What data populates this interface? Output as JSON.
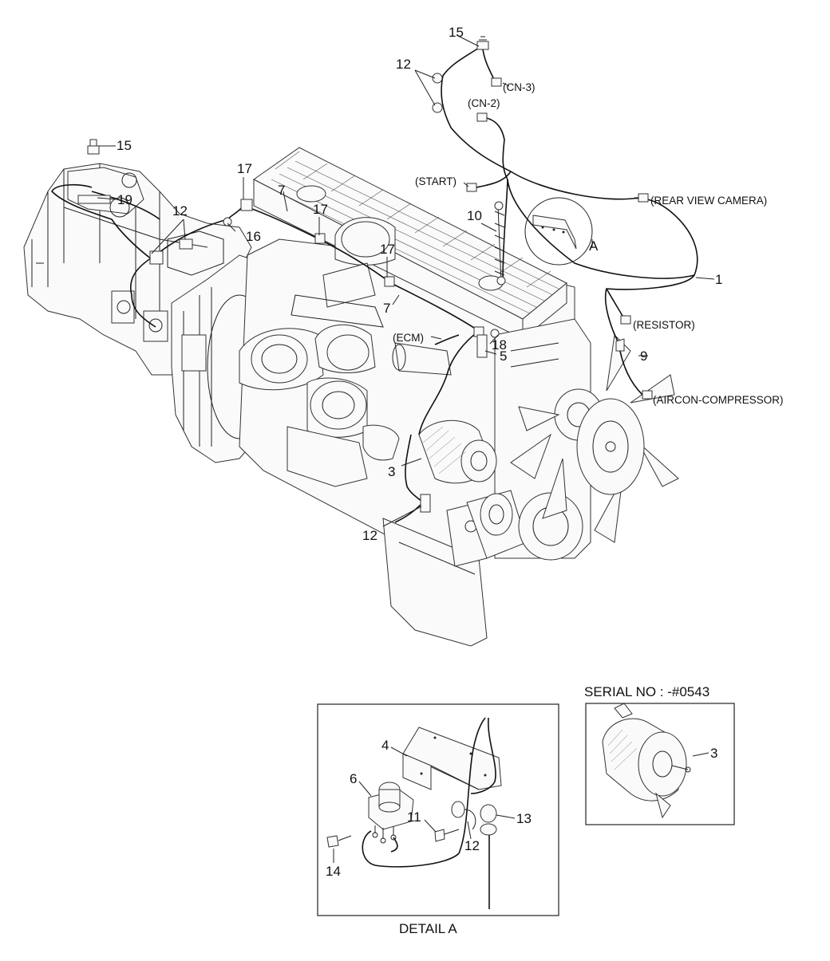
{
  "callouts": {
    "c15_top": "15",
    "c12_top": "12",
    "c_cn3": "(CN-3)",
    "c_cn2": "(CN-2)",
    "c15_left": "15",
    "c19": "19",
    "c17_a": "17",
    "c7_a": "7",
    "c17_b": "17",
    "c12_left": "12",
    "c16": "16",
    "c_start": "(START)",
    "c_rear_cam": "(REAR VIEW CAMERA)",
    "c10": "10",
    "c_a": "A",
    "c17_c": "17",
    "c1": "1",
    "c7_b": "7",
    "c_resistor": "(RESISTOR)",
    "c_ecm": "(ECM)",
    "c18": "18",
    "c5": "5",
    "c9": "9",
    "c_aircon": "(AIRCON-COMPRESSOR)",
    "c3_main": "3",
    "c12_bottom": "12"
  },
  "detail": {
    "title": "DETAIL A",
    "c4": "4",
    "c6": "6",
    "c11": "11",
    "c12": "12",
    "c13": "13",
    "c14": "14"
  },
  "serial": {
    "heading": "SERIAL NO : -#0543",
    "c3": "3"
  }
}
